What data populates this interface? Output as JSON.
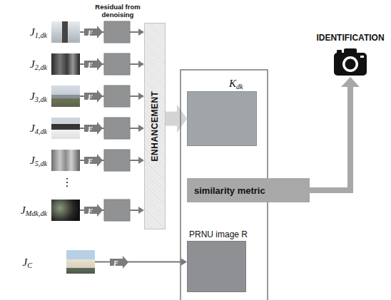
{
  "diagram": {
    "nodes": [
      {
        "text": [
          "J1,dk"
        ]
      },
      {
        "text": [
          "J2,dk"
        ]
      },
      {
        "text": [
          "J3,dk"
        ]
      },
      {
        "text": [
          "J4,dk"
        ]
      },
      {
        "text": [
          "J5,dk"
        ]
      },
      {
        "text": [
          "JMdk,dk"
        ]
      },
      {
        "text": [
          "ENHANCEMENT"
        ]
      },
      {
        "text": [
          "Kdk"
        ]
      },
      {
        "text": [
          "similarity metric"
        ]
      },
      {
        "text": [
          "PRNU image R"
        ]
      },
      {
        "text": [
          "JC"
        ]
      },
      {
        "text": [
          "IDENTIFICATION"
        ]
      }
    ],
    "edges": [
      {
        "from": 0,
        "to": 6,
        "label": "F",
        "arrow": "to"
      },
      {
        "from": 1,
        "to": 6,
        "label": "F",
        "arrow": "to"
      },
      {
        "from": 2,
        "to": 6,
        "label": "F",
        "arrow": "to"
      },
      {
        "from": 3,
        "to": 6,
        "label": "F",
        "arrow": "to"
      },
      {
        "from": 4,
        "to": 6,
        "label": "F",
        "arrow": "to"
      },
      {
        "from": 5,
        "to": 6,
        "label": "F",
        "arrow": "to"
      },
      {
        "from": 6,
        "to": 7,
        "arrow": "to"
      },
      {
        "from": 8,
        "to": 11,
        "arrow": "to"
      },
      {
        "from": 10,
        "to": 9,
        "label": "F",
        "arrow": "to"
      }
    ],
    "labels": [
      "Residual from denoising",
      "⋮"
    ]
  }
}
